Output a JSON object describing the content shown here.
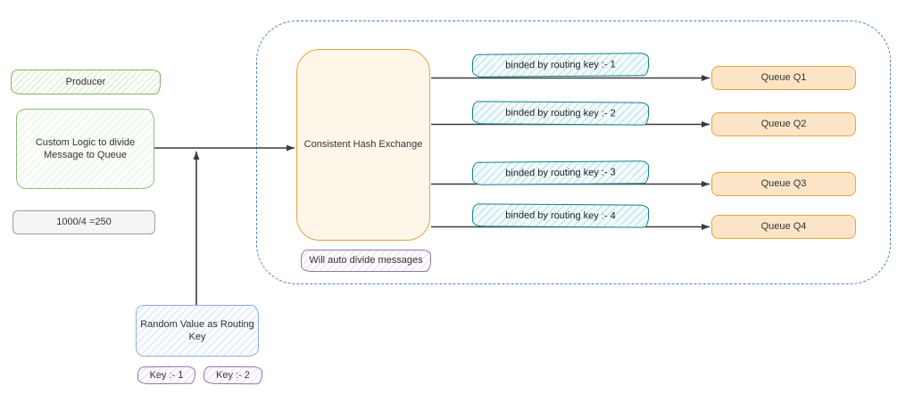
{
  "diagram": {
    "producer": {
      "label": "Producer"
    },
    "custom_logic": {
      "label": "Custom Logic to divide Message to Queue"
    },
    "calculation": {
      "label": "1000/4 =250"
    },
    "random_value": {
      "label": "Random Value as Routing Key"
    },
    "keys": [
      {
        "label": "Key :- 1"
      },
      {
        "label": "Key :- 2"
      }
    ],
    "exchange": {
      "label": "Consistent Hash Exchange"
    },
    "auto_divide_note": {
      "label": "Will auto divide messages"
    },
    "bindings": [
      {
        "label": "binded by routing key :- 1"
      },
      {
        "label": "binded by routing key :- 2"
      },
      {
        "label": "binded by routing key :- 3"
      },
      {
        "label": "binded by routing key :- 4"
      }
    ],
    "queues": [
      {
        "label": "Queue Q1"
      },
      {
        "label": "Queue Q2"
      },
      {
        "label": "Queue Q3"
      },
      {
        "label": "Queue Q4"
      }
    ],
    "colors": {
      "green_border": "#82b366",
      "blue_border": "#8caee0",
      "purple_border": "#9673a6",
      "teal_border": "#0e8088",
      "orange_border": "#e8a33d",
      "orange_fill": "#fce5c6",
      "exchange_fill": "#fff6ea",
      "gray_fill": "#f5f5f5",
      "boundary_dash": "#4a7ed9",
      "arrow": "#3b3b3b",
      "text": "#333333"
    }
  }
}
